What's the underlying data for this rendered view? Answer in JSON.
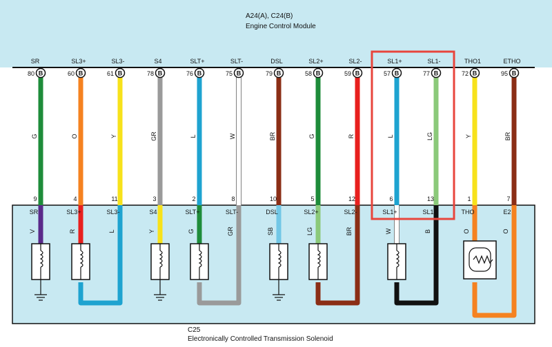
{
  "ecm": {
    "connector": "A24(A), C24(B)",
    "name": "Engine Control Module"
  },
  "solenoid": {
    "connector": "C25",
    "name": "Electronically Controlled Transmission Solenoid"
  },
  "terminal_badge": "B",
  "wires": [
    {
      "ecm_sig": "SR",
      "ecm_pin": "80",
      "ecm_color_code": "G",
      "ecm_color": "#1e8c3a",
      "sol_pin": "9",
      "sol_sig": "SR",
      "sol_color_code": "V",
      "sol_color": "#5a2a8a"
    },
    {
      "ecm_sig": "SL3+",
      "ecm_pin": "60",
      "ecm_color_code": "O",
      "ecm_color": "#f58220",
      "sol_pin": "4",
      "sol_sig": "SL3+",
      "sol_color_code": "R",
      "sol_color": "#e8201e"
    },
    {
      "ecm_sig": "SL3-",
      "ecm_pin": "61",
      "ecm_color_code": "Y",
      "ecm_color": "#f7e21b",
      "sol_pin": "11",
      "sol_sig": "SL3-",
      "sol_color_code": "L",
      "sol_color": "#1ea3d0"
    },
    {
      "ecm_sig": "S4",
      "ecm_pin": "78",
      "ecm_color_code": "GR",
      "ecm_color": "#9a9a9a",
      "sol_pin": "3",
      "sol_sig": "S4",
      "sol_color_code": "Y",
      "sol_color": "#f7e21b"
    },
    {
      "ecm_sig": "SLT+",
      "ecm_pin": "76",
      "ecm_color_code": "L",
      "ecm_color": "#1ea3d0",
      "sol_pin": "2",
      "sol_sig": "SLT+",
      "sol_color_code": "G",
      "sol_color": "#1e8c3a"
    },
    {
      "ecm_sig": "SLT-",
      "ecm_pin": "75",
      "ecm_color_code": "W",
      "ecm_color": "#ffffff",
      "sol_pin": "8",
      "sol_sig": "SLT-",
      "sol_color_code": "GR",
      "sol_color": "#9a9a9a"
    },
    {
      "ecm_sig": "DSL",
      "ecm_pin": "79",
      "ecm_color_code": "BR",
      "ecm_color": "#8b2e16",
      "sol_pin": "10",
      "sol_sig": "DSL",
      "sol_color_code": "SB",
      "sol_color": "#72c7e6"
    },
    {
      "ecm_sig": "SL2+",
      "ecm_pin": "58",
      "ecm_color_code": "G",
      "ecm_color": "#1e8c3a",
      "sol_pin": "5",
      "sol_sig": "SL2+",
      "sol_color_code": "LG",
      "sol_color": "#8bc97a"
    },
    {
      "ecm_sig": "SL2-",
      "ecm_pin": "59",
      "ecm_color_code": "R",
      "ecm_color": "#e8201e",
      "sol_pin": "12",
      "sol_sig": "SL2-",
      "sol_color_code": "BR",
      "sol_color": "#8b2e16"
    },
    {
      "ecm_sig": "SL1+",
      "ecm_pin": "57",
      "ecm_color_code": "L",
      "ecm_color": "#1ea3d0",
      "sol_pin": "6",
      "sol_sig": "SL1+",
      "sol_color_code": "W",
      "sol_color": "#ffffff"
    },
    {
      "ecm_sig": "SL1-",
      "ecm_pin": "77",
      "ecm_color_code": "LG",
      "ecm_color": "#8bc97a",
      "sol_pin": "13",
      "sol_sig": "SL1-",
      "sol_color_code": "B",
      "sol_color": "#111111"
    },
    {
      "ecm_sig": "THO1",
      "ecm_pin": "72",
      "ecm_color_code": "Y",
      "ecm_color": "#f7e21b",
      "sol_pin": "1",
      "sol_sig": "THO",
      "sol_color_code": "O",
      "sol_color": "#f58220"
    },
    {
      "ecm_sig": "ETHO",
      "ecm_pin": "95",
      "ecm_color_code": "BR",
      "ecm_color": "#8b2e16",
      "sol_pin": "7",
      "sol_sig": "E2",
      "sol_color_code": "O",
      "sol_color": "#f58220"
    }
  ],
  "loops": [
    {
      "from_sig": "SL3+",
      "to_sig": "SL3-",
      "color": "#1ea3d0"
    },
    {
      "from_sig": "SLT+",
      "to_sig": "SLT-",
      "color": "#9a9a9a"
    },
    {
      "from_sig": "SL2+",
      "to_sig": "SL2-",
      "color": "#8b2e16"
    },
    {
      "from_sig": "SL1+",
      "to_sig": "SL1-",
      "color": "#111111"
    },
    {
      "from_sig": "THO",
      "to_sig": "E2",
      "color": "#f58220"
    }
  ],
  "grounded_solenoids": [
    "SR",
    "S4",
    "DSL"
  ],
  "highlight": {
    "wires": [
      "SL1+",
      "SL1-"
    ],
    "color": "#e8453c"
  }
}
